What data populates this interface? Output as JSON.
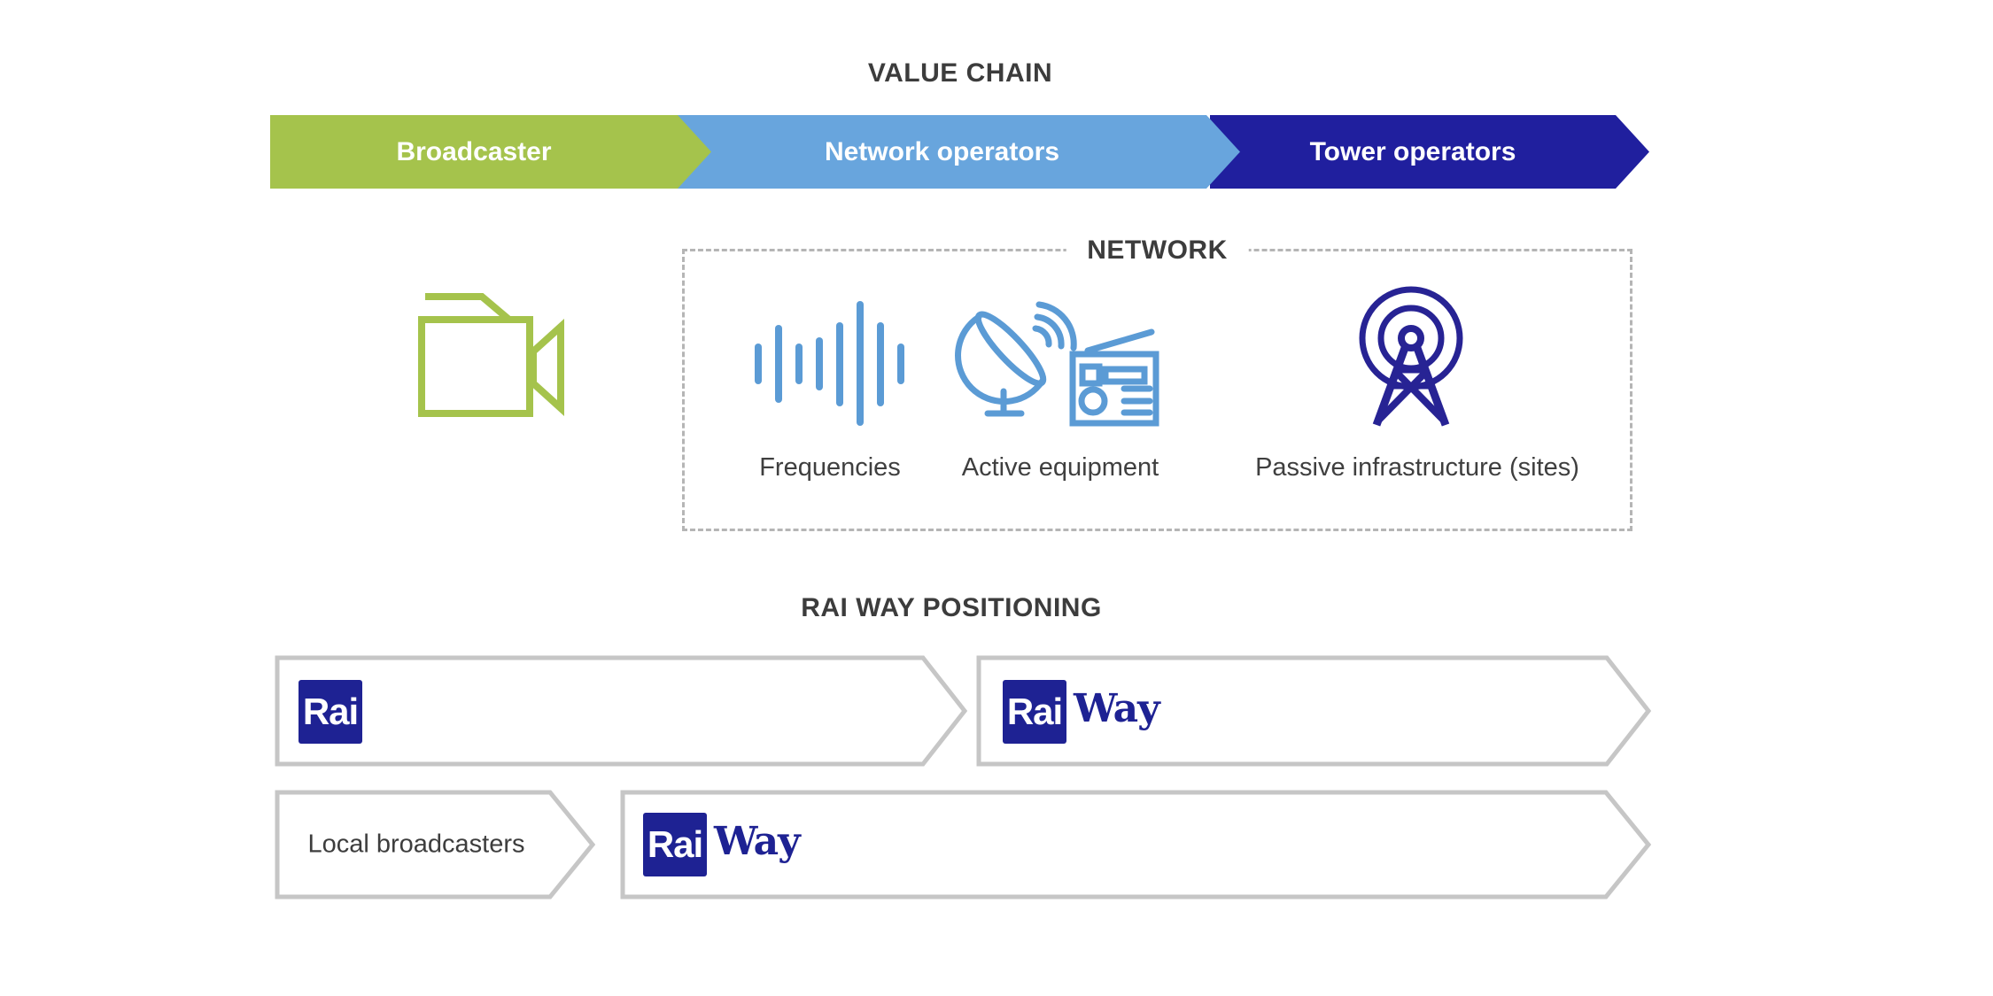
{
  "value_chain": {
    "title": "VALUE CHAIN",
    "stages": [
      {
        "label": "Broadcaster",
        "color": "#a5c34c"
      },
      {
        "label": "Network operators",
        "color": "#68a5dd"
      },
      {
        "label": "Tower operators",
        "color": "#201f9e"
      }
    ]
  },
  "broadcaster_column": {
    "icon": "video-camera-icon",
    "icon_color": "#a5c34c"
  },
  "network_box": {
    "title": "NETWORK",
    "items": [
      {
        "label": "Frequencies",
        "icon": "frequency-waveform-icon",
        "icon_color": "#5b9bd5"
      },
      {
        "label": "Active equipment",
        "icon": "satellite-dish-radio-icon",
        "icon_color": "#5b9bd5"
      },
      {
        "label": "Passive infrastructure (sites)",
        "icon": "transmission-tower-icon",
        "icon_color": "#272394"
      }
    ]
  },
  "positioning": {
    "title": "RAI WAY POSITIONING",
    "local_broadcasters_label": "Local broadcasters",
    "rows": [
      {
        "arrows": [
          "Rai",
          "Rai Way"
        ]
      },
      {
        "arrows": [
          "Local broadcasters",
          "Rai Way"
        ]
      }
    ]
  },
  "logos": {
    "rai": "Rai",
    "way": "Way"
  },
  "colors": {
    "rai_blue": "#1e2293",
    "arrow_border_gray": "#c6c6c6",
    "dashed_border_gray": "#b5b5b5",
    "title_text": "#3c3c3c"
  }
}
